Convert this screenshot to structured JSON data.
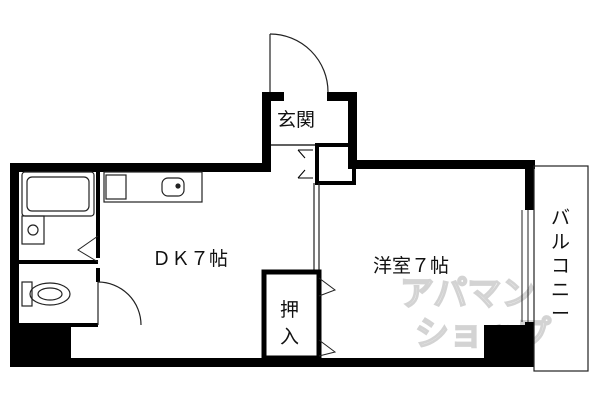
{
  "floorplan": {
    "rooms": {
      "entrance": "玄関",
      "dk": "ＤＫ７帖",
      "western_room": "洋室７帖",
      "closet_line1": "押",
      "closet_line2": "入",
      "balcony": [
        "バ",
        "ル",
        "コ",
        "ニ",
        "ー"
      ]
    },
    "watermark": {
      "line1": "アパマン",
      "line2": "ショップ"
    },
    "colors": {
      "wall": "#000000",
      "line": "#222222",
      "watermark": "#cfcfcf"
    }
  }
}
